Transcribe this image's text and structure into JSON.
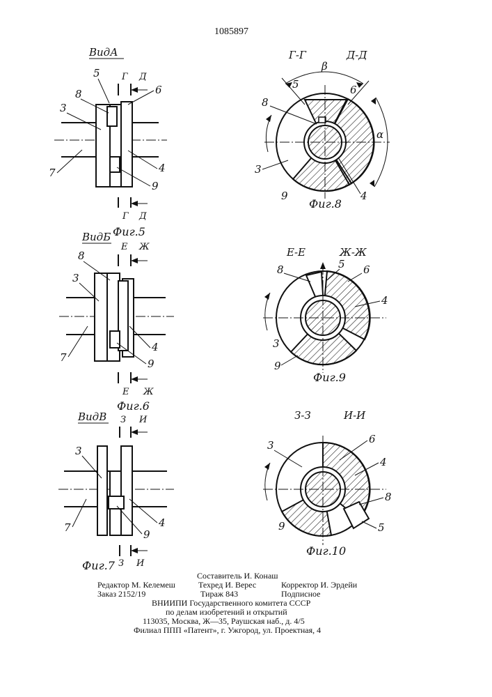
{
  "patent_number": "1085897",
  "figures": {
    "fig5": {
      "view": "ВидА",
      "caption": "Фиг.5",
      "sec_a": "Г",
      "sec_b": "Д",
      "parts": [
        "5",
        "8",
        "3",
        "7",
        "4",
        "9",
        "6"
      ]
    },
    "fig6": {
      "view": "ВидБ",
      "caption": "Фиг.6",
      "sec_a": "Е",
      "sec_b": "Ж",
      "parts": [
        "8",
        "3",
        "7",
        "4",
        "9"
      ]
    },
    "fig7": {
      "view": "ВидВ",
      "caption": "Фиг.7",
      "sec_a": "З",
      "sec_b": "И",
      "parts": [
        "3",
        "7",
        "4",
        "9"
      ]
    },
    "fig8": {
      "sections": [
        "Г-Г",
        "Д-Д"
      ],
      "caption": "Фиг.8",
      "angle_beta": "β",
      "angle_alpha": "α",
      "parts": [
        "5",
        "6",
        "8",
        "3",
        "9",
        "4"
      ]
    },
    "fig9": {
      "sections": [
        "Е-Е",
        "Ж-Ж"
      ],
      "caption": "Фиг.9",
      "parts": [
        "8",
        "5",
        "6",
        "4",
        "3",
        "9"
      ]
    },
    "fig10": {
      "sections": [
        "З-З",
        "И-И"
      ],
      "caption": "Фиг.10",
      "parts": [
        "3",
        "6",
        "4",
        "8",
        "9",
        "5"
      ]
    }
  },
  "colophon": {
    "compiler": "Составитель И. Конаш",
    "editor": "Редактор М. Келемеш",
    "techred": "Техред И. Верес",
    "corrector": "Корректор И. Эрдейи",
    "order": "Заказ 2152/19",
    "circulation": "Тираж 843",
    "subscription": "Подписное",
    "org1": "ВНИИПИ Государственного комитета СССР",
    "org2": "по делам изобретений и открытий",
    "address": "113035, Москва, Ж—35, Раушская наб., д. 4/5",
    "branch": "Филиал ППП «Патент», г. Ужгород, ул. Проектная, 4"
  }
}
